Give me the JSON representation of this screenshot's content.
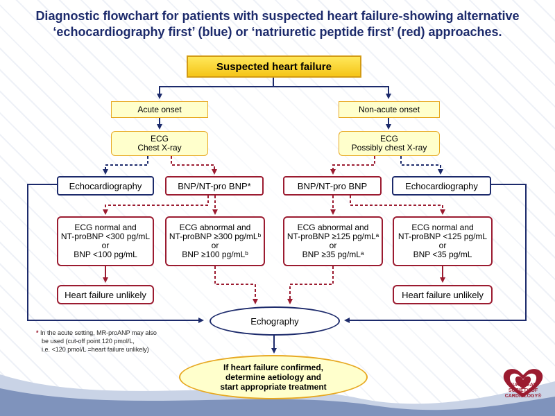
{
  "title": {
    "line1": "Diagnostic flowchart for patients with suspected heart failure-showing alternative",
    "line2": "‘echocardiography first’ (blue) or ‘natriuretic peptide first’ (red) approaches."
  },
  "nodes": {
    "suspected": "Suspected heart failure",
    "acute_onset": "Acute onset",
    "nonacute_onset": "Non-acute onset",
    "ecg_acute": [
      "ECG",
      "Chest X-ray"
    ],
    "ecg_nonacute": [
      "ECG",
      "Possibly chest X-ray"
    ],
    "echo_left": "Echocardiography",
    "bnp_left": "BNP/NT-pro BNP*",
    "bnp_right": "BNP/NT-pro BNP",
    "echo_right": "Echocardiography",
    "crit1": [
      "ECG normal and",
      "NT-proBNP <300 pg/mL",
      "or",
      "BNP <100 pg/mL"
    ],
    "crit2": [
      "ECG abnormal and",
      "NT-proBNP ≥300 pg/mLᵇ",
      "or",
      "BNP ≥100 pg/mLᵇ"
    ],
    "crit3": [
      "ECG abnormal and",
      "NT-proBNP ≥125 pg/mLᵃ",
      "or",
      "BNP ≥35 pg/mLᵃ"
    ],
    "crit4": [
      "ECG normal and",
      "NT-proBNP <125 pg/mL",
      "or",
      "BNP <35 pg/mL"
    ],
    "hf_unlikely_left": "Heart failure unlikely",
    "hf_unlikely_right": "Heart failure unlikely",
    "echography": "Echography",
    "final": [
      "If heart failure confirmed,",
      "determine aetiology and",
      "start appropriate treatment"
    ]
  },
  "footnote": {
    "star": "*",
    "line1": "In the acute setting, MR-proANP may also",
    "line2": "be used (cut-off point 120 pmol/L,",
    "line3": "i.e. <120 pmol/L =heart failure unlikely)"
  },
  "logo": {
    "line1": "EUROPEAN",
    "line2": "SOCIETY OF",
    "line3": "CARDIOLOGY®"
  },
  "colors": {
    "blue": "#1c2a6b",
    "red": "#9b1b30",
    "yellow_fill": "#ffffcc",
    "yellow_border": "#e7a821",
    "title": "#1c2a6b"
  }
}
